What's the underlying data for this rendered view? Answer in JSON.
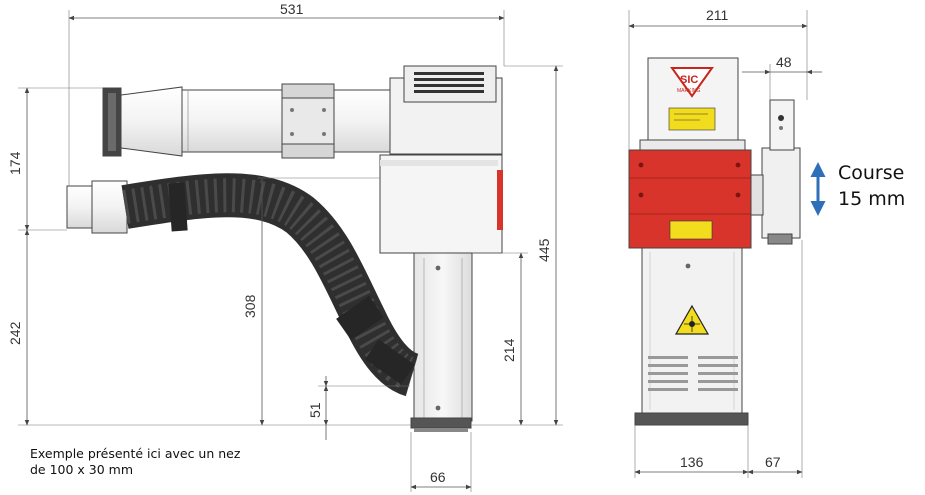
{
  "dimensions": {
    "overall_width": "531",
    "upper_height": "174",
    "lower_height": "242",
    "hose_height": "308",
    "nose_offset": "51",
    "column_height": "214",
    "total_height": "445",
    "nose_width": "66",
    "front_width": "211",
    "side_offset": "48",
    "base_width": "136",
    "side_depth": "67"
  },
  "logo": {
    "brand": "SIC",
    "sub": "MARKING"
  },
  "course": {
    "line1": "Course",
    "line2": "15 mm"
  },
  "caption": {
    "line1": "Exemple présenté ici avec un nez",
    "line2": "de 100 x 30 mm"
  },
  "colors": {
    "red_body": "#d8342b",
    "hose": "#3a3a3a",
    "tube": "#f2f2f2",
    "arrow": "#2d6fb8",
    "warning_label": "#f2dc1e"
  }
}
